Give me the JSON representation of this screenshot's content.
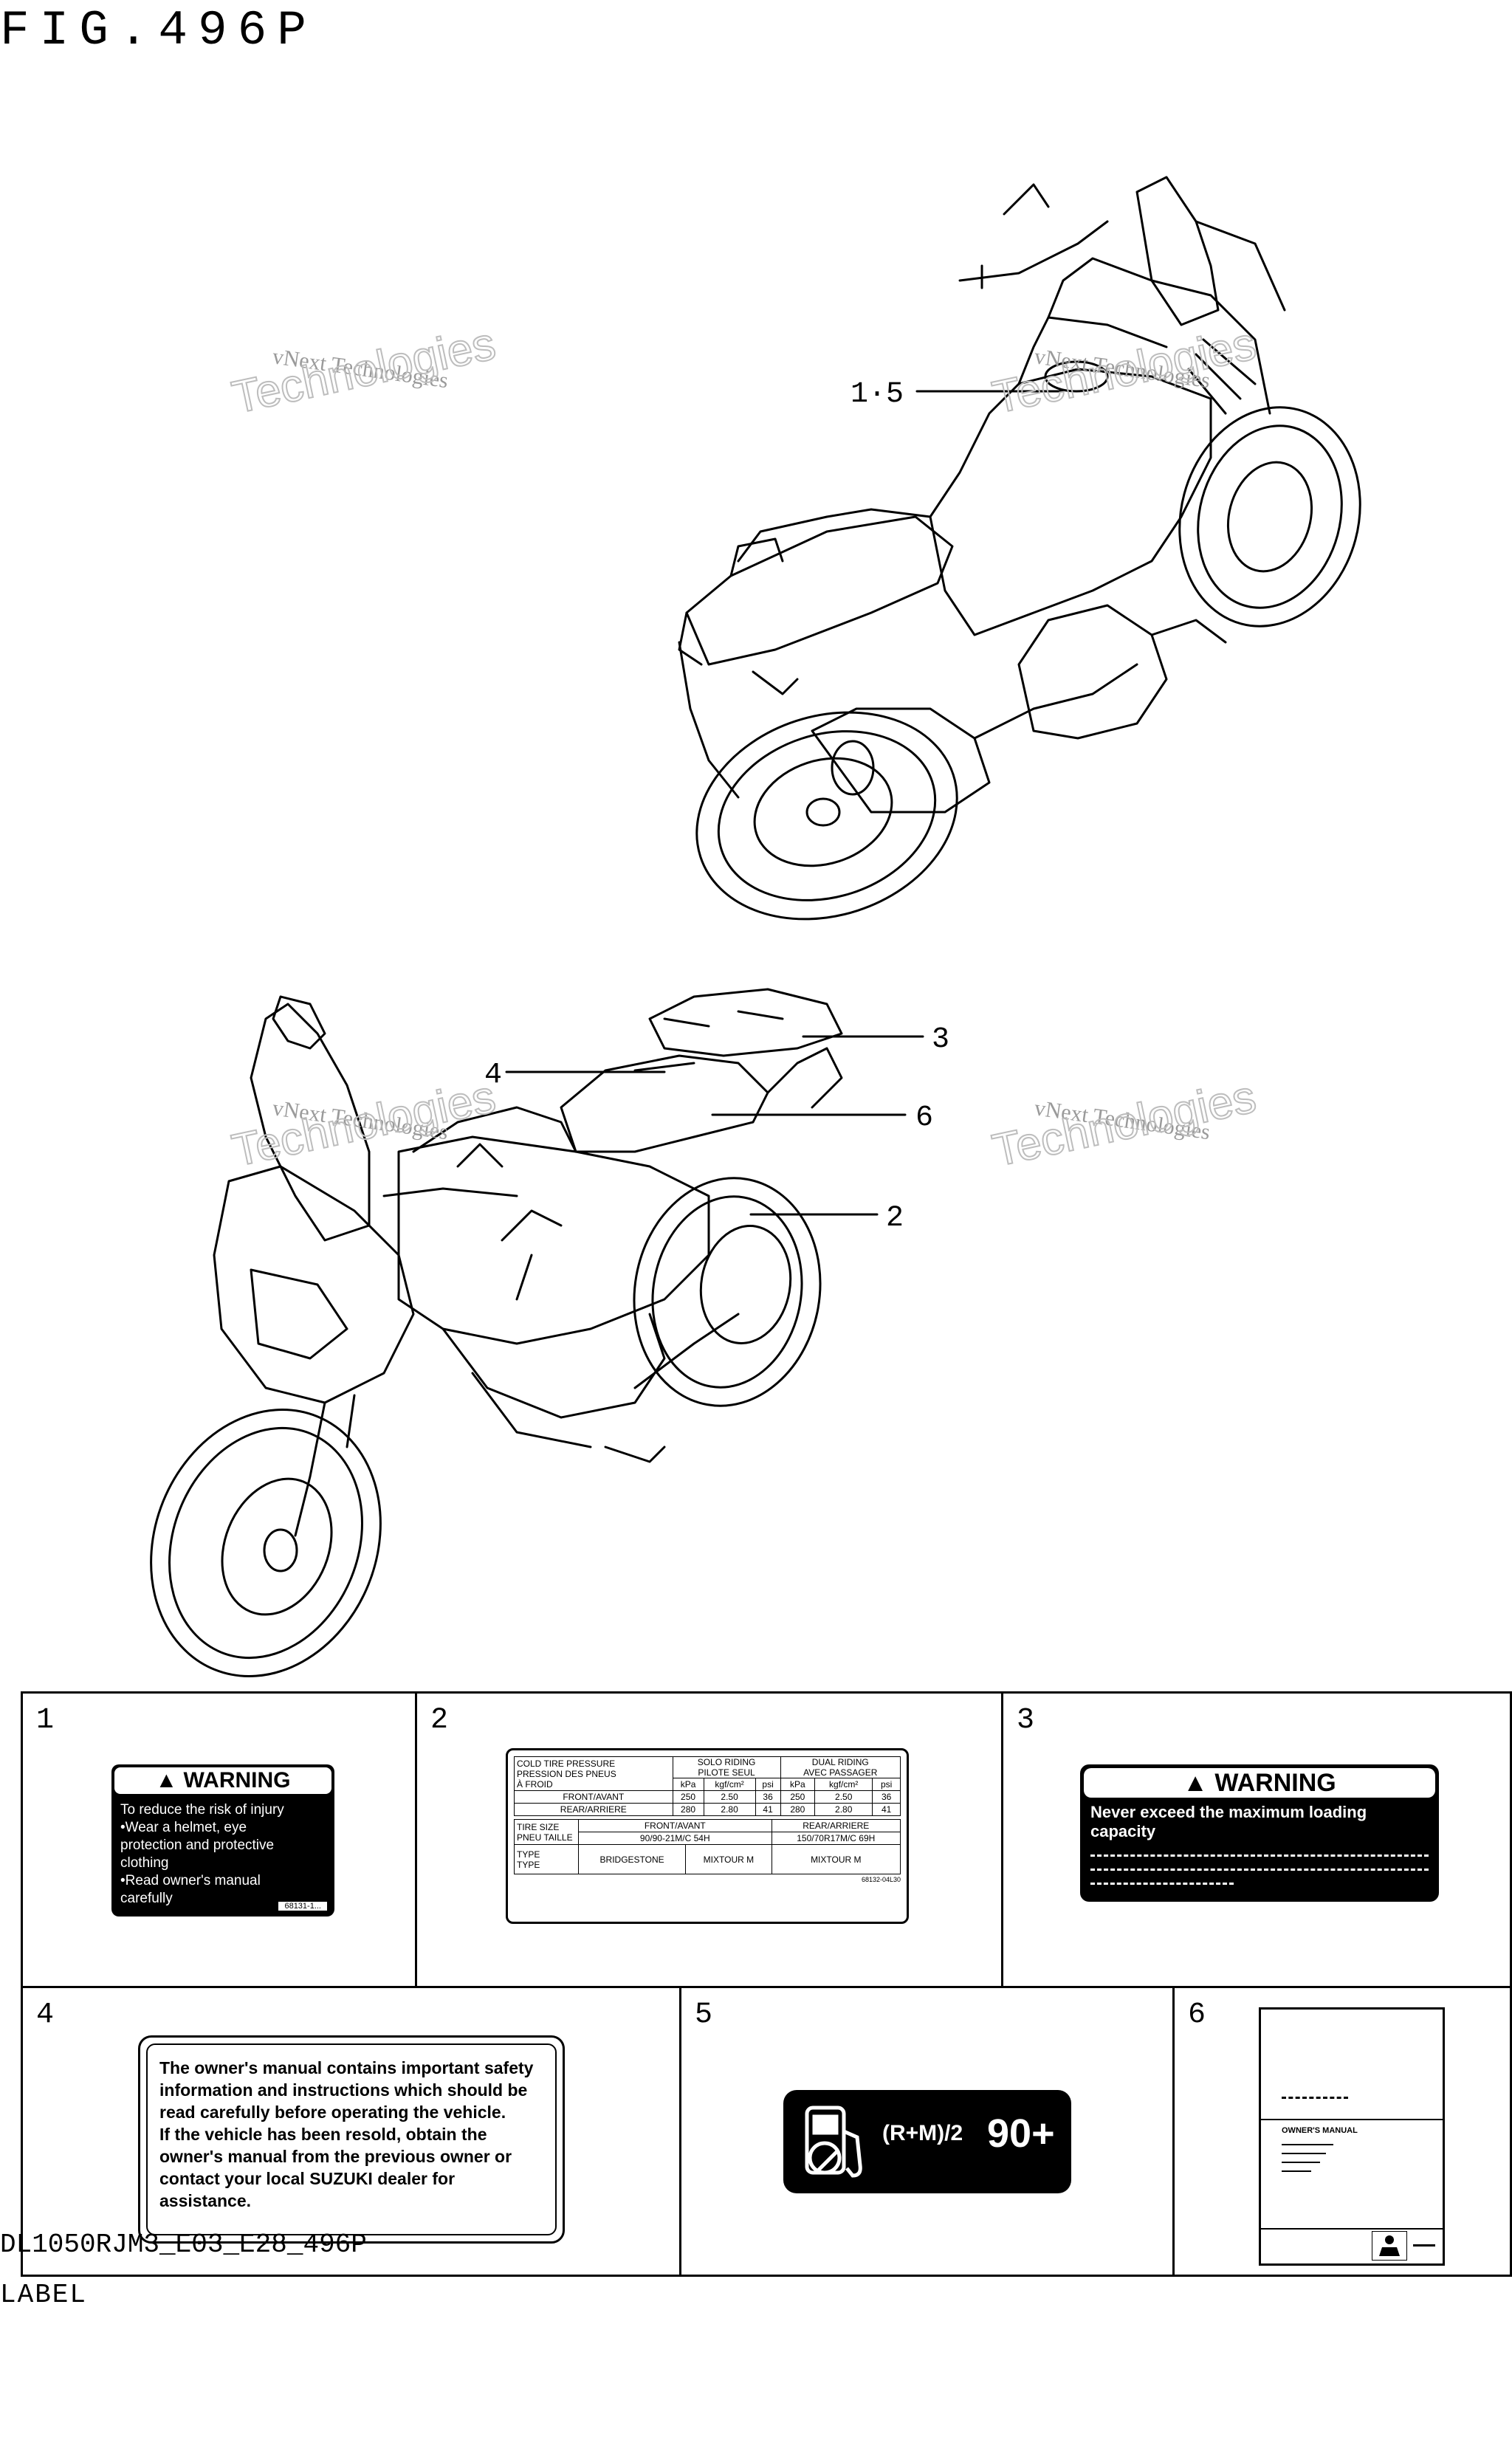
{
  "header": {
    "fig_title": "FIG.496P"
  },
  "footer": {
    "code": "DL1050RJM3_E03_E28_496P",
    "label": "LABEL"
  },
  "watermark": {
    "brand_line1": "vNext Technologies",
    "brand_line2": "Technologies"
  },
  "callouts": [
    "1·5",
    "3",
    "4",
    "6",
    "2"
  ],
  "cells": [
    {
      "num": "1"
    },
    {
      "num": "2"
    },
    {
      "num": "3"
    },
    {
      "num": "4"
    },
    {
      "num": "5"
    },
    {
      "num": "6"
    }
  ],
  "label1": {
    "title": "WARNING",
    "body": "To reduce the risk of injury\n•Wear a helmet, eye\n  protection and protective\n  clothing\n•Read owner's manual\n  carefully",
    "code": "68131-1..."
  },
  "label2": {
    "r1": [
      "COLD TIRE PRESSURE\nPRESSION DES PNEUS\nÀ FROID",
      "SOLO RIDING\nPILOTE SEUL",
      "DUAL RIDING\nAVEC PASSAGER"
    ],
    "units": [
      "kPa",
      "kgf/cm²",
      "psi",
      "kPa",
      "kgf/cm²",
      "psi"
    ],
    "front": [
      "FRONT/AVANT",
      "250",
      "2.50",
      "36",
      "250",
      "2.50",
      "36"
    ],
    "rear": [
      "REAR/ARRIERE",
      "280",
      "2.80",
      "41",
      "280",
      "2.80",
      "41"
    ],
    "size": [
      "TIRE SIZE\nPNEU TAILLE",
      "FRONT/AVANT",
      "REAR/ARRIERE"
    ],
    "sizes": [
      "",
      "90/90-21M/C 54H",
      "150/70R17M/C 69H"
    ],
    "type": [
      "TYPE\nTYPE",
      "BRIDGESTONE",
      "MIXTOUR M",
      "MIXTOUR M"
    ],
    "code": "68132-04L30"
  },
  "label3": {
    "title": "WARNING",
    "body": "Never exceed the maximum loading capacity"
  },
  "label4": {
    "body": "The owner's manual contains important safety\ninformation and instructions which should be\nread carefully before operating the vehicle.\nIf the vehicle has been resold, obtain the\nowner's manual from the previous owner or\ncontact your local SUZUKI dealer for\nassistance."
  },
  "label5": {
    "formula": "(R+M)/2",
    "octane": "90+"
  },
  "label6": {
    "title": "OWNER'S MANUAL"
  }
}
